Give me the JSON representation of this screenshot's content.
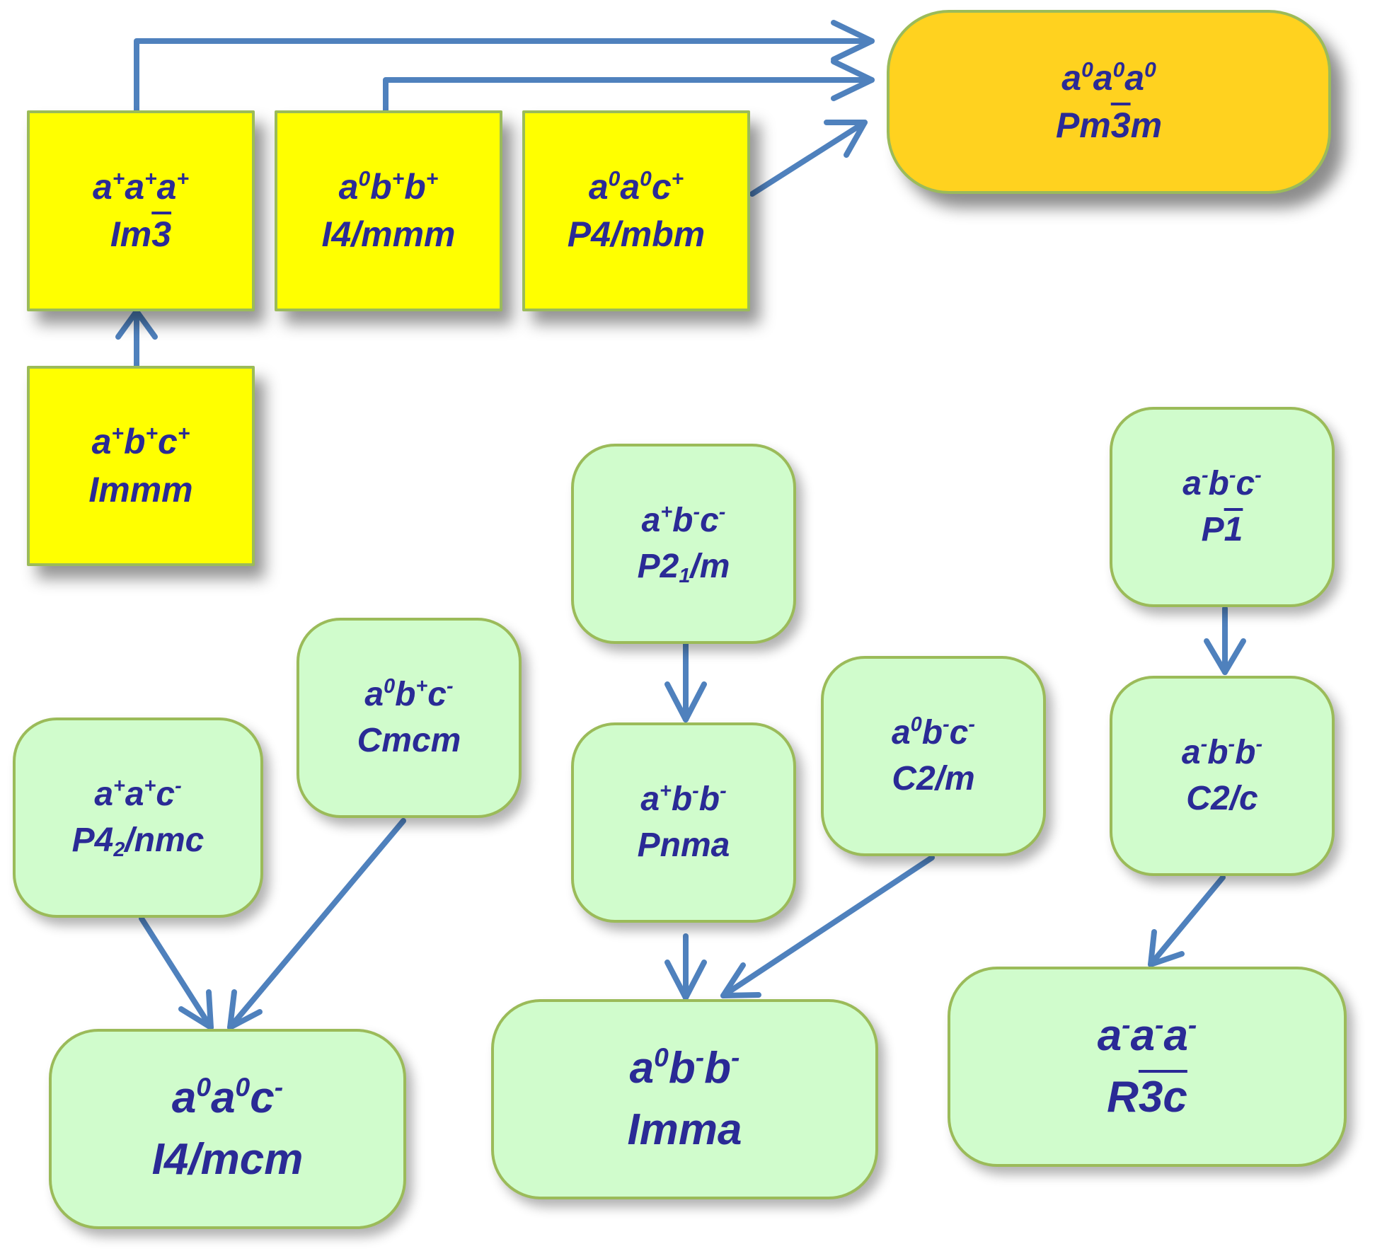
{
  "nodes": {
    "pm3m": {
      "tilt": [
        "a",
        "0",
        "a",
        "0",
        "a",
        "0"
      ],
      "group": [
        "Pm",
        "3",
        "m"
      ]
    },
    "im3": {
      "tilt": [
        "a",
        "+",
        "a",
        "+",
        "a",
        "+"
      ],
      "group": [
        "Im",
        "3"
      ]
    },
    "i4mmm": {
      "tilt": [
        "a",
        "0",
        "b",
        "+",
        "b",
        "+"
      ],
      "group": "I4/mmm"
    },
    "p4mbm": {
      "tilt": [
        "a",
        "0",
        "a",
        "0",
        "c",
        "+"
      ],
      "group": "P4/mbm"
    },
    "immm": {
      "tilt": [
        "a",
        "+",
        "b",
        "+",
        "c",
        "+"
      ],
      "group": "Immm"
    },
    "p21m": {
      "tilt": [
        "a",
        "+",
        "b",
        "-",
        "c",
        "-"
      ],
      "group": [
        "P2",
        "1",
        "/m"
      ]
    },
    "p1": {
      "tilt": [
        "a",
        "-",
        "b",
        "-",
        "c",
        "-"
      ],
      "group": [
        "P",
        "1"
      ]
    },
    "cmcm": {
      "tilt": [
        "a",
        "0",
        "b",
        "+",
        "c",
        "-"
      ],
      "group": "Cmcm"
    },
    "p42nmc": {
      "tilt": [
        "a",
        "+",
        "a",
        "+",
        "c",
        "-"
      ],
      "group": [
        "P4",
        "2",
        "/nmc"
      ]
    },
    "pnma": {
      "tilt": [
        "a",
        "+",
        "b",
        "-",
        "b",
        "-"
      ],
      "group": "Pnma"
    },
    "c2m": {
      "tilt": [
        "a",
        "0",
        "b",
        "-",
        "c",
        "-"
      ],
      "group": "C2/m"
    },
    "c2c": {
      "tilt": [
        "a",
        "-",
        "b",
        "-",
        "b",
        "-"
      ],
      "group": "C2/c"
    },
    "i4mcm": {
      "tilt": [
        "a",
        "0",
        "a",
        "0",
        "c",
        "-"
      ],
      "group": "I4/mcm"
    },
    "imma": {
      "tilt": [
        "a",
        "0",
        "b",
        "-",
        "b",
        "-"
      ],
      "group": "Imma"
    },
    "r3c": {
      "tilt": [
        "a",
        "-",
        "a",
        "-",
        "a",
        "-"
      ],
      "group": [
        "R",
        "3c"
      ]
    }
  },
  "colors": {
    "arrow": "#4f81bd",
    "square_fill": "#ffff00",
    "pm3m_fill": "#ffd21f",
    "rounded_fill": "#d0fccc",
    "border": "#9bbb59",
    "text": "#2a2a96"
  }
}
